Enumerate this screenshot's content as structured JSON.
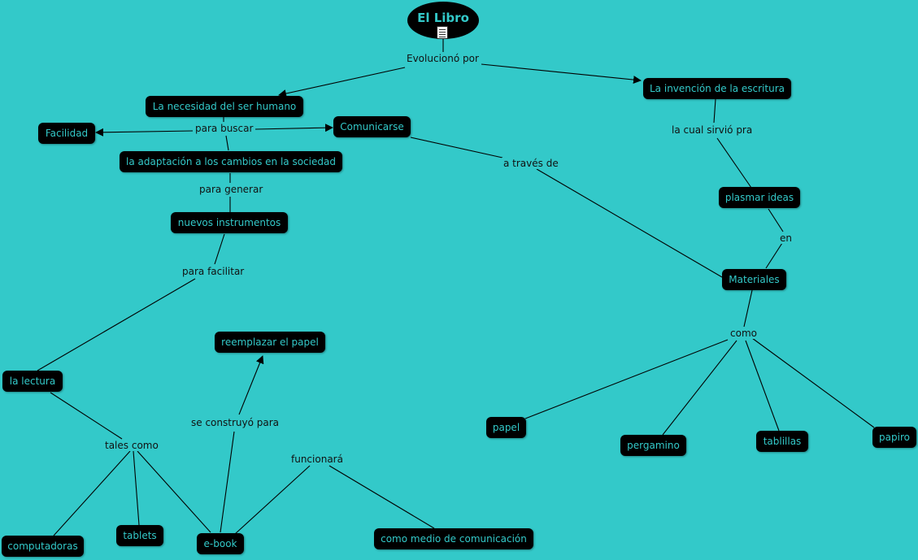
{
  "root": {
    "title": "El Libro",
    "icon": "document-icon"
  },
  "nodes": {
    "necesidad": "La necesidad del ser humano",
    "invencion": "La invención de la escritura",
    "facilidad": "Facilidad",
    "comunicarse": "Comunicarse",
    "adaptacion": "la adaptación a los cambios en la sociedad",
    "plasmar": "plasmar ideas",
    "nuevos": "nuevos instrumentos",
    "materiales": "Materiales",
    "reemplazar": "reemplazar el papel",
    "lectura": "la lectura",
    "papel": "papel",
    "pergamino": "pergamino",
    "tablillas": "tablillas",
    "papiro": "papiro",
    "computadoras": "computadoras",
    "tablets": "tablets",
    "ebook": "e-book",
    "medio": "como medio de comunicación"
  },
  "labels": {
    "evoluciono": "Evolucionó por",
    "para_buscar": "para buscar",
    "cual_sirvio": "la cual sirvió pra",
    "a_traves": "a través de",
    "para_generar": "para generar",
    "en": "en",
    "para_facilitar": "para facilitar",
    "como": "como",
    "se_construyo": "se construyó para",
    "tales_como": "tales como",
    "funcionara": "funcionará"
  }
}
